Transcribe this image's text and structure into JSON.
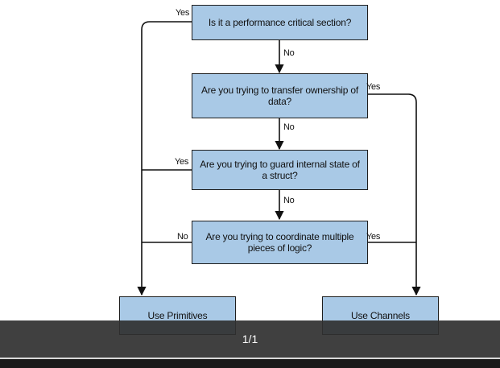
{
  "diagram": {
    "nodes": {
      "q1": "Is it a performance critical section?",
      "q2": "Are you trying to transfer ownership of data?",
      "q3": "Are you trying to guard internal state of a struct?",
      "q4": "Are you trying to coordinate multiple pieces of logic?",
      "primitives": "Use Primitives",
      "channels": "Use Channels"
    },
    "edges": {
      "q1_yes": "Yes",
      "q1_no": "No",
      "q2_yes": "Yes",
      "q2_no": "No",
      "q3_yes": "Yes",
      "q3_no": "No",
      "q4_no": "No",
      "q4_yes": "Yes"
    }
  },
  "viewer": {
    "page_indicator": "1/1"
  },
  "colors": {
    "box_fill": "#a9c9e6",
    "box_border": "#1e1e1e",
    "toolbar_bg": "#303030"
  }
}
